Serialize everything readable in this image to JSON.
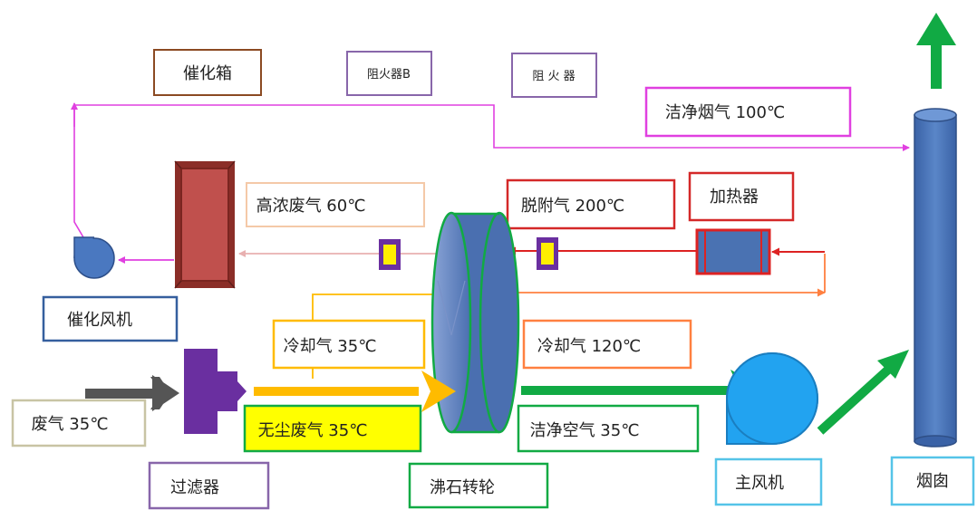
{
  "labels": {
    "catalytic_box": "催化箱",
    "flame_arrester_b": "阻火器B",
    "flame_arrester": "阻 火 器",
    "clean_flue_gas": "洁净烟气 100℃",
    "high_conc_gas": "高浓废气 60℃",
    "desorption_gas": "脱附气 200℃",
    "heater": "加热器",
    "catalytic_fan": "催化风机",
    "cooling_gas_35": "冷却气 35℃",
    "cooling_gas_120": "冷却气 120℃",
    "waste_gas": "废气 35℃",
    "dust_free_gas": "无尘废气 35℃",
    "clean_air": "洁净空气 35℃",
    "filter": "过滤器",
    "zeolite_wheel": "沸石转轮",
    "main_fan": "主风机",
    "chimney": "烟囱"
  },
  "colors": {
    "magenta_flow": "#e040e0",
    "red_flow": "#dd2222",
    "orange_flow": "#ff8040",
    "gold_flow": "#ffbb00",
    "green_flow": "#11aa44",
    "gray_flow": "#555555",
    "pink_flow": "#e8b0b0",
    "wheel_blue": "#5577bb",
    "chimney_blue": "#4a72b2",
    "fan_blue": "#2299ee",
    "catalytic_red": "#b84a40",
    "filter_purple": "#6a2fa0"
  }
}
